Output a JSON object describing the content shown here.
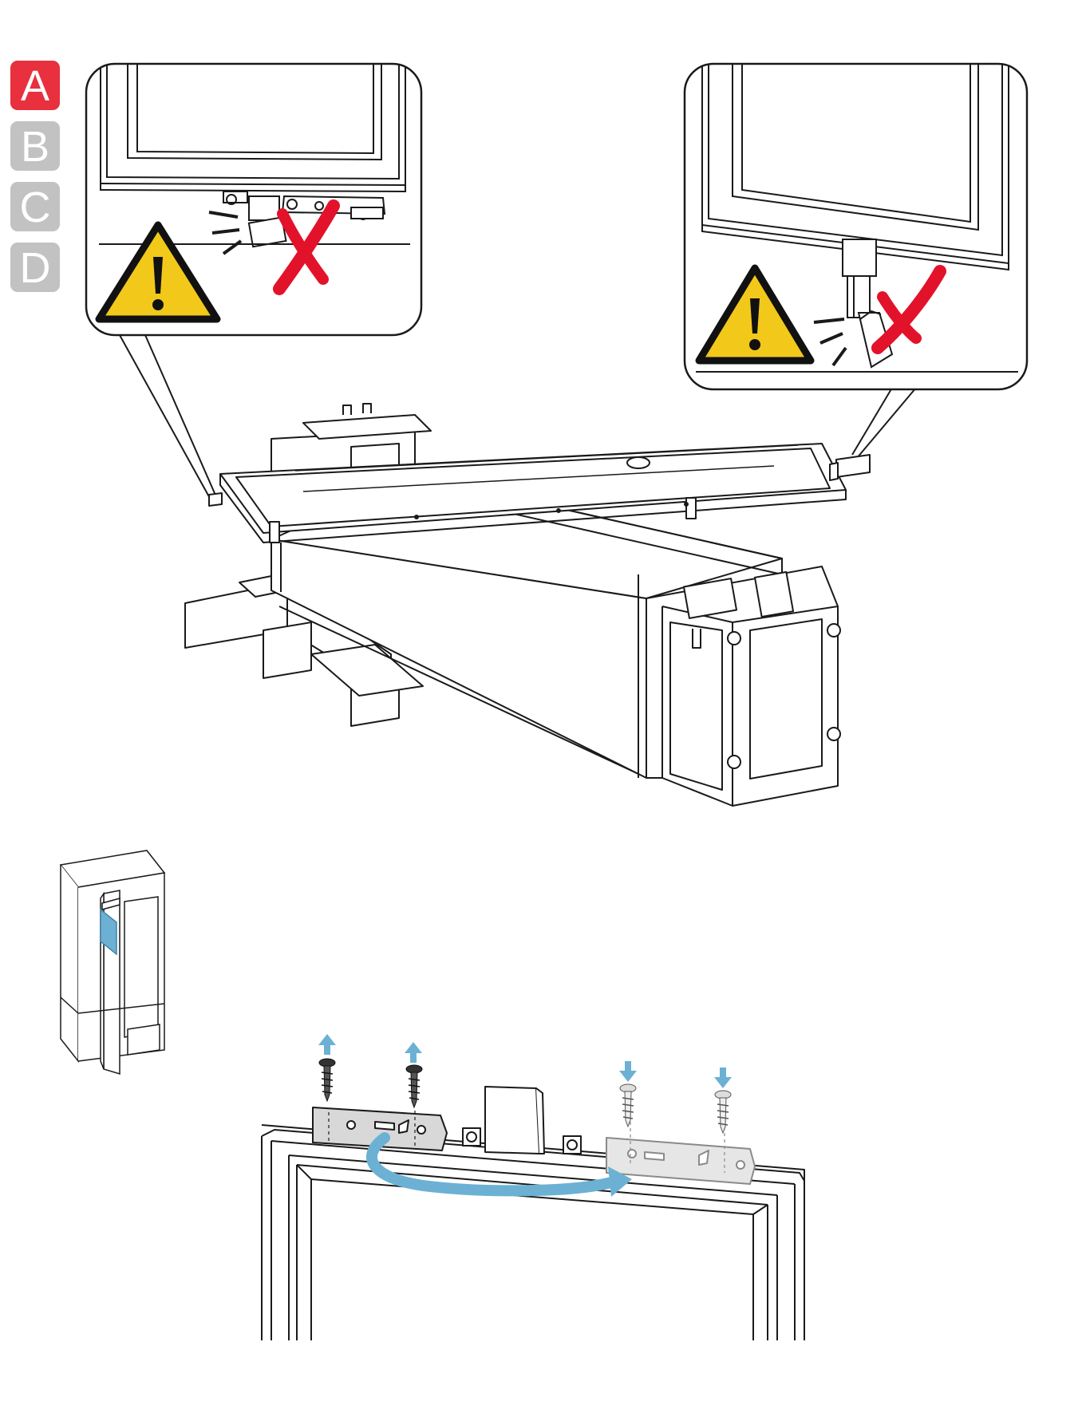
{
  "steps": [
    {
      "label": "A",
      "active": true
    },
    {
      "label": "B",
      "active": false
    },
    {
      "label": "C",
      "active": false
    },
    {
      "label": "D",
      "active": false
    }
  ],
  "colors": {
    "step_active": "#e8303e",
    "step_inactive": "#c2c2c2",
    "warning_yellow": "#f2c81a",
    "cross_red": "#e3122b",
    "arrow_blue": "#6cb1d3",
    "line": "#1a1a1a"
  },
  "icons": [
    "warning-triangle-icon",
    "red-cross-icon",
    "arrow-up-icon",
    "arrow-down-icon",
    "curved-arrow-icon",
    "screw-icon"
  ]
}
